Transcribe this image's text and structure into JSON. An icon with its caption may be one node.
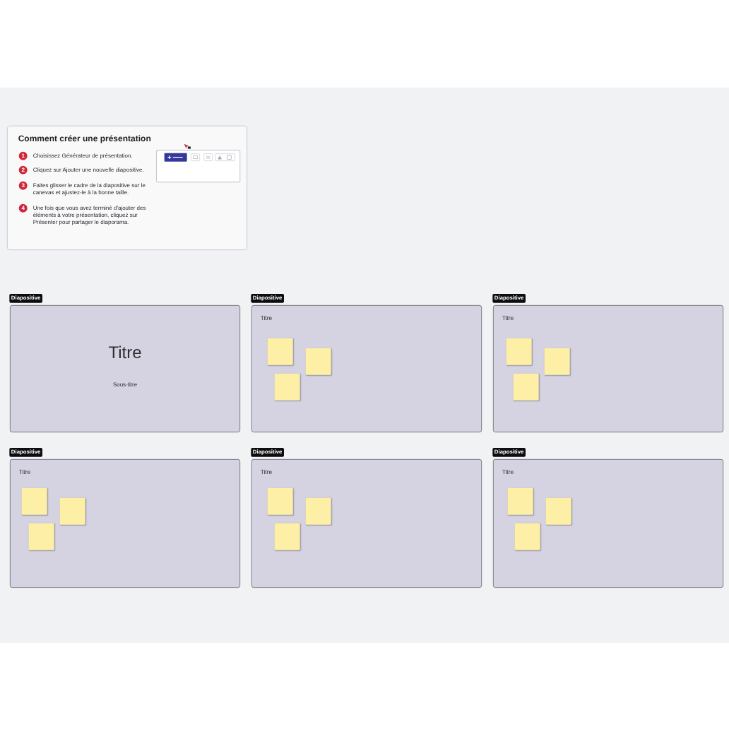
{
  "diagram": {
    "nodes": [
      {
        "text": [
          "Comment créer une présentation"
        ]
      },
      {
        "text": [
          "1"
        ],
        "in": 0,
        "beside": [
          "Choisissez Générateur de présentation."
        ]
      },
      {
        "text": [
          "2"
        ],
        "in": 0,
        "beside": [
          "Cliquez sur Ajouter une nouvelle diapositive."
        ]
      },
      {
        "text": [
          "3"
        ],
        "in": 0,
        "beside": [
          "Faites glisser le cadre de la diapositive sur le canevas et ajustez-le à la bonne taille."
        ]
      },
      {
        "text": [
          "4"
        ],
        "in": 0,
        "beside": [
          "Une fois que vous avez terminé d'ajouter des éléments à votre présentation, cliquez sur Présenter pour partager le diaporama."
        ]
      },
      {
        "text": [
          "Diapositive",
          "Titre",
          "Sous-titre"
        ]
      },
      {
        "text": [
          "Diapositive",
          "Titre"
        ]
      },
      {
        "text": [],
        "shape": "box",
        "in": 6
      },
      {
        "text": [],
        "shape": "box",
        "in": 6
      },
      {
        "text": [],
        "shape": "box",
        "in": 6
      },
      {
        "text": [
          "Diapositive",
          "Titre"
        ]
      },
      {
        "text": [],
        "shape": "box",
        "in": 10
      },
      {
        "text": [],
        "shape": "box",
        "in": 10
      },
      {
        "text": [],
        "shape": "box",
        "in": 10
      },
      {
        "text": [
          "Diapositive",
          "Titre"
        ]
      },
      {
        "text": [],
        "shape": "box",
        "in": 14
      },
      {
        "text": [],
        "shape": "box",
        "in": 14
      },
      {
        "text": [],
        "shape": "box",
        "in": 14
      },
      {
        "text": [
          "Diapositive",
          "Titre"
        ]
      },
      {
        "text": [],
        "shape": "box",
        "in": 18
      },
      {
        "text": [],
        "shape": "box",
        "in": 18
      },
      {
        "text": [],
        "shape": "box",
        "in": 18
      },
      {
        "text": [
          "Diapositive",
          "Titre"
        ]
      },
      {
        "text": [],
        "shape": "box",
        "in": 22
      },
      {
        "text": [],
        "shape": "box",
        "in": 22
      },
      {
        "text": [],
        "shape": "box",
        "in": 22
      }
    ]
  }
}
